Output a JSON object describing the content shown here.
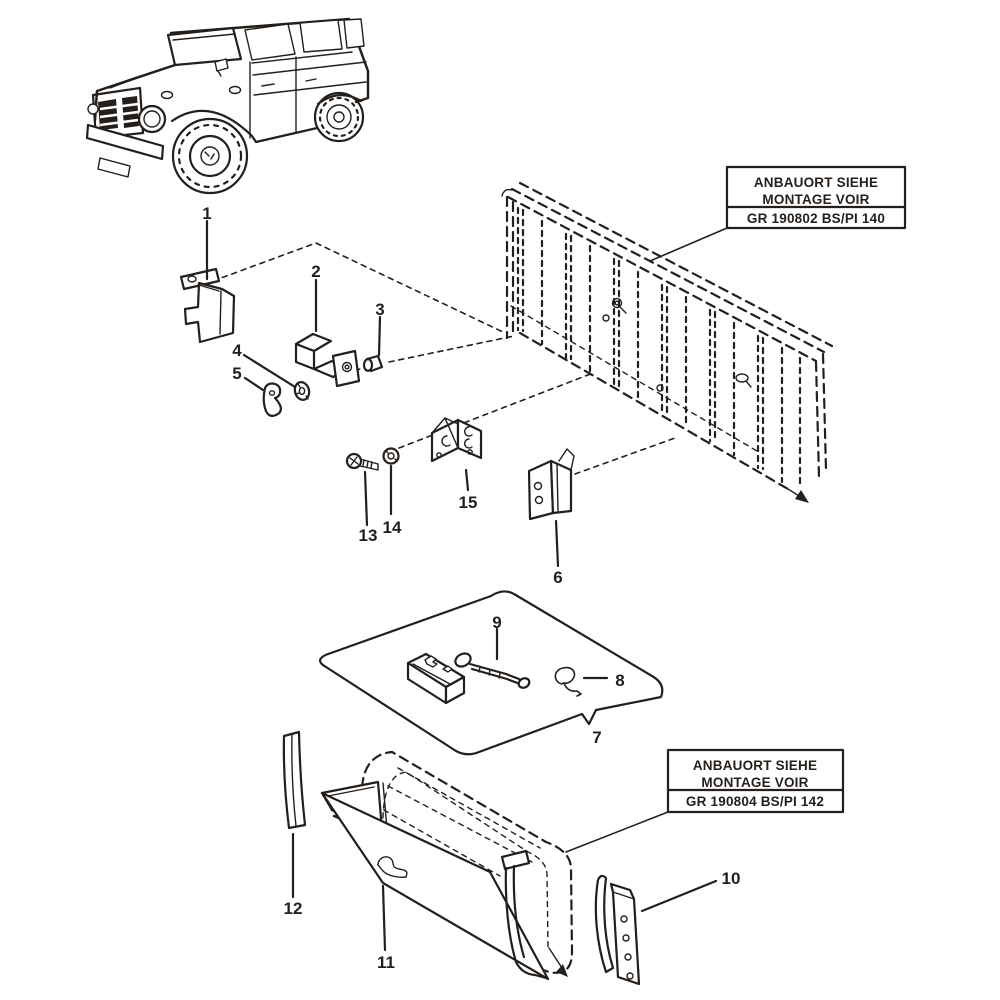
{
  "colors": {
    "ink": "#241f1b",
    "paper": "#ffffff"
  },
  "plates": {
    "top": {
      "line1": "ANBAUORT SIEHE",
      "line2": "MONTAGE VOIR",
      "line3": "GR 190802  BS/PI  140"
    },
    "bottom": {
      "line1": "ANBAUORT SIEHE",
      "line2": "MONTAGE VOIR",
      "line3": "GR  190804 BS/PI 142"
    }
  },
  "callouts": {
    "c1": "1",
    "c2": "2",
    "c3": "3",
    "c4": "4",
    "c5": "5",
    "c6": "6",
    "c7": "7",
    "c8": "8",
    "c9": "9",
    "c10": "10",
    "c11": "11",
    "c12": "12",
    "c13": "13",
    "c14": "14",
    "c15": "15"
  }
}
